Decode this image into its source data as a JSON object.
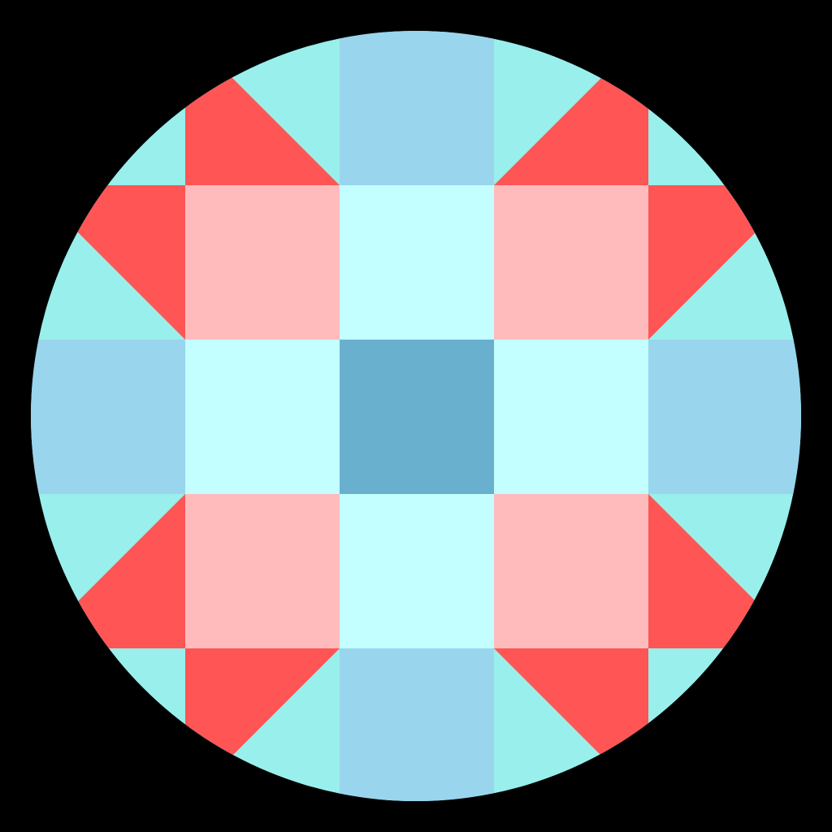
{
  "icon": {
    "name": "quilt-block-circle-icon"
  },
  "colors": {
    "background": "#000000",
    "mint": "#99EFEC",
    "sky": "#9AD5EE",
    "ice": "#C2FFFE",
    "pink": "#FFBBBC",
    "red": "#FF5555",
    "steel": "#69B0CF"
  },
  "grid": [
    [
      "mint",
      "mint",
      "sky",
      "mint",
      "mint"
    ],
    [
      "red-corner-tl",
      "pink",
      "ice",
      "pink",
      "red-corner-tr"
    ],
    [
      "sky",
      "ice",
      "steel",
      "ice",
      "sky"
    ],
    [
      "red-corner-bl",
      "pink",
      "ice",
      "pink",
      "red-corner-br"
    ],
    [
      "mint",
      "mint",
      "sky",
      "mint",
      "mint"
    ]
  ]
}
